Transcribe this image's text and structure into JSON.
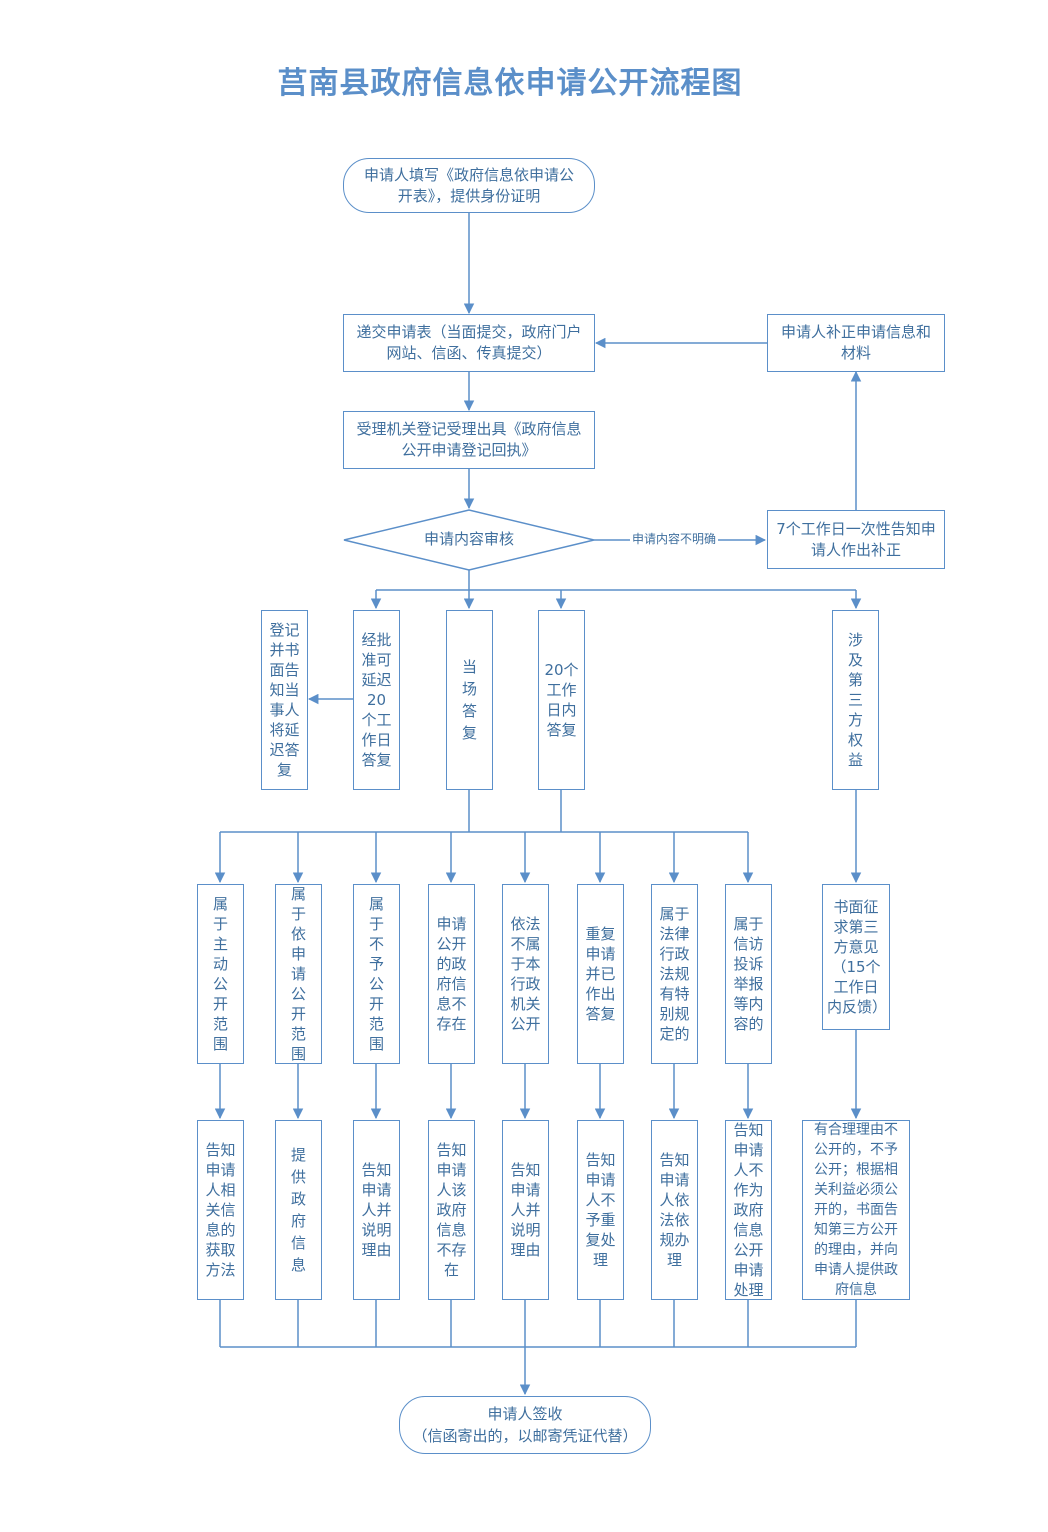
{
  "title": "莒南县政府信息依申请公开流程图",
  "nodes": {
    "start": "申请人填写《政府信息依申请公开表》，提供身份证明",
    "submit": "递交申请表（当面提交，政府门户网站、信函、传真提交）",
    "register": "受理机关登记受理出具《政府信息公开申请登记回执》",
    "review": "申请内容审核",
    "review_unclear": "申请内容不明确",
    "notify_7days": "7个工作日一次性告知申请人作出补正",
    "supplement": "申请人补正申请信息和材料",
    "record_delay": "登记并书面告知当事人将延迟答复",
    "approved_delay": "经批准可延迟20个工作日答复",
    "onsite_reply": "当场答复",
    "reply_20days": "20个工作日内答复",
    "third_party": "涉及第三方权益",
    "third_party_opinion": "书面征求第三方意见（15个工作日内反馈）",
    "third_party_result": "有合理理由不公开的，不予公开；根据相关利益必须公开的，书面告知第三方公开的理由，并向申请人提供政府信息",
    "end_title": "申请人签收",
    "end_sub": "（信函寄出的，以邮寄凭证代替）"
  },
  "categories": [
    {
      "case": "属于主动公开范围",
      "result": "告知申请人相关信息的获取方法"
    },
    {
      "case": "属于依申请公开范围",
      "result": "提供政府信息"
    },
    {
      "case": "属于不予公开范围",
      "result": "告知申请人并说明理由"
    },
    {
      "case": "申请公开的政府信息不存在",
      "result": "告知申请人该政府信息不存在"
    },
    {
      "case": "依法不属于本行政机关公开",
      "result": "告知申请人并说明理由"
    },
    {
      "case": "重复申请并已作出答复",
      "result": "告知申请人不予重复处理"
    },
    {
      "case": "属于法律行政法规有特别规定的",
      "result": "告知申请人依法依规办理"
    },
    {
      "case": "属于信访投诉举报等内容的",
      "result": "告知申请人不作为政府信息公开申请处理"
    }
  ],
  "colors": {
    "line": "#5b8fc9",
    "text": "#3f6f9e",
    "title": "#5b8fc9"
  }
}
